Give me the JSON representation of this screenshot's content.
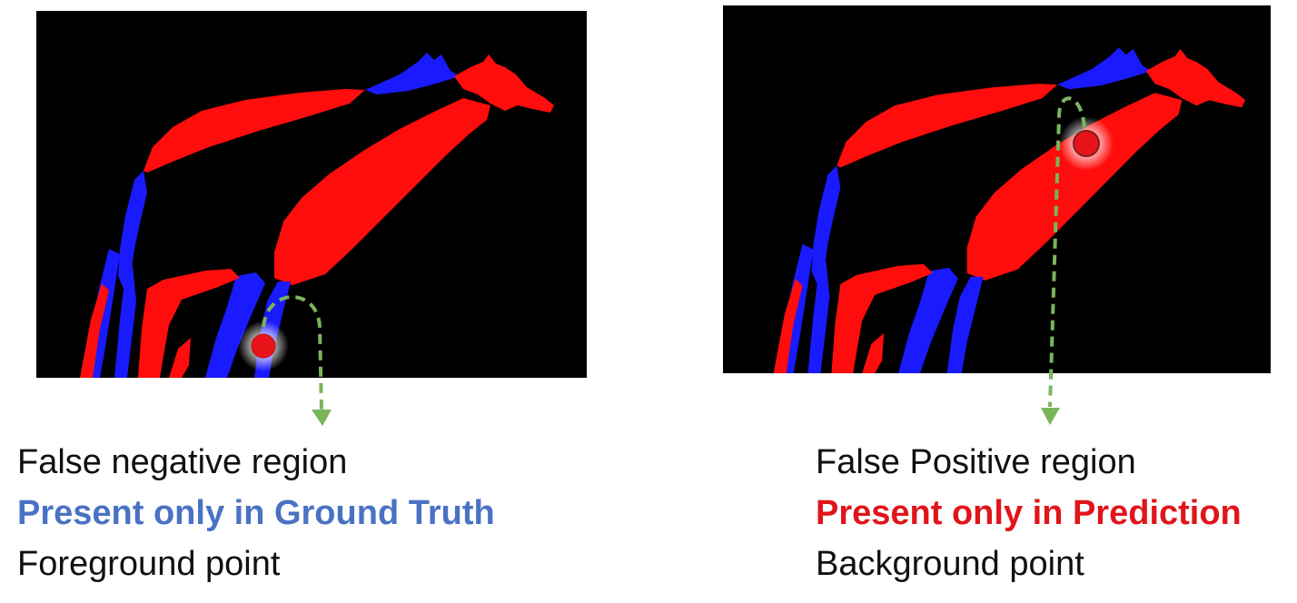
{
  "colors": {
    "ground_truth_only": "#1a1aff",
    "prediction_only": "#ff0d0d",
    "background": "#000000",
    "arrow": "#7ab55c",
    "point": "#e8141a"
  },
  "left": {
    "line1": "False negative region",
    "line2": "Present only in Ground Truth",
    "line3": "Foreground point",
    "emphasis_color": "#4a72c4"
  },
  "right": {
    "line1": "False Positive region",
    "line2": "Present only in Prediction",
    "line3": "Background point",
    "emphasis_color": "#e0151a"
  }
}
